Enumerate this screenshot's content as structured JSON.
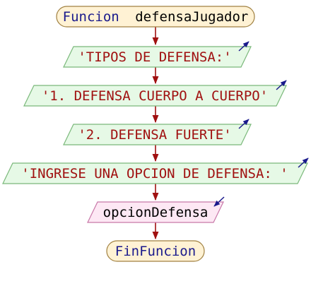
{
  "flowchart": {
    "start": {
      "keyword": "Funcion",
      "name": "defensaJugador"
    },
    "outputs": [
      {
        "text": "'TIPOS DE DEFENSA:'"
      },
      {
        "text": "'1. DEFENSA CUERPO A CUERPO'"
      },
      {
        "text": "'2. DEFENSA FUERTE'"
      },
      {
        "text": "'INGRESE UNA OPCION DE DEFENSA: '"
      }
    ],
    "input": {
      "variable": "opcionDefensa"
    },
    "end": {
      "keyword": "FinFuncion"
    }
  },
  "colors": {
    "terminal_fill": "#fff2d4",
    "terminal_stroke": "#a08040",
    "output_fill": "#e6f9e6",
    "output_stroke": "#7ab87a",
    "input_fill": "#fde8f4",
    "input_stroke": "#c877a8",
    "keyword": "#1a1a8c",
    "string": "#a01010",
    "identifier": "#000000",
    "arrow": "#a01010",
    "io_arrow": "#1a1a8c"
  }
}
